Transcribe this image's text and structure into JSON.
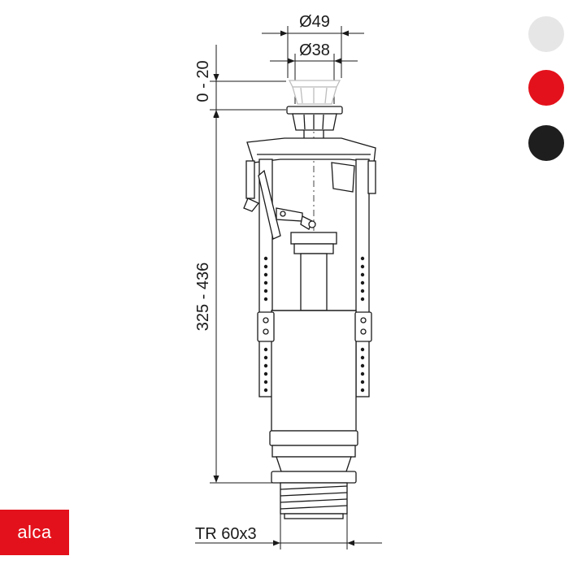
{
  "dimensions": {
    "outer_diameter": "Ø49",
    "inner_diameter": "Ø38",
    "button_travel": "0 - 20",
    "height_range": "325 - 436",
    "thread": "TR 60x3"
  },
  "colors": {
    "accent_red": "#e3111b",
    "line": "#1a1a1a",
    "swatches": [
      "#e6e6e6",
      "#e3111b",
      "#1e1e1e"
    ]
  },
  "color_options": [
    "light-grey",
    "red",
    "black"
  ],
  "brand": {
    "logo_text": "alca"
  }
}
